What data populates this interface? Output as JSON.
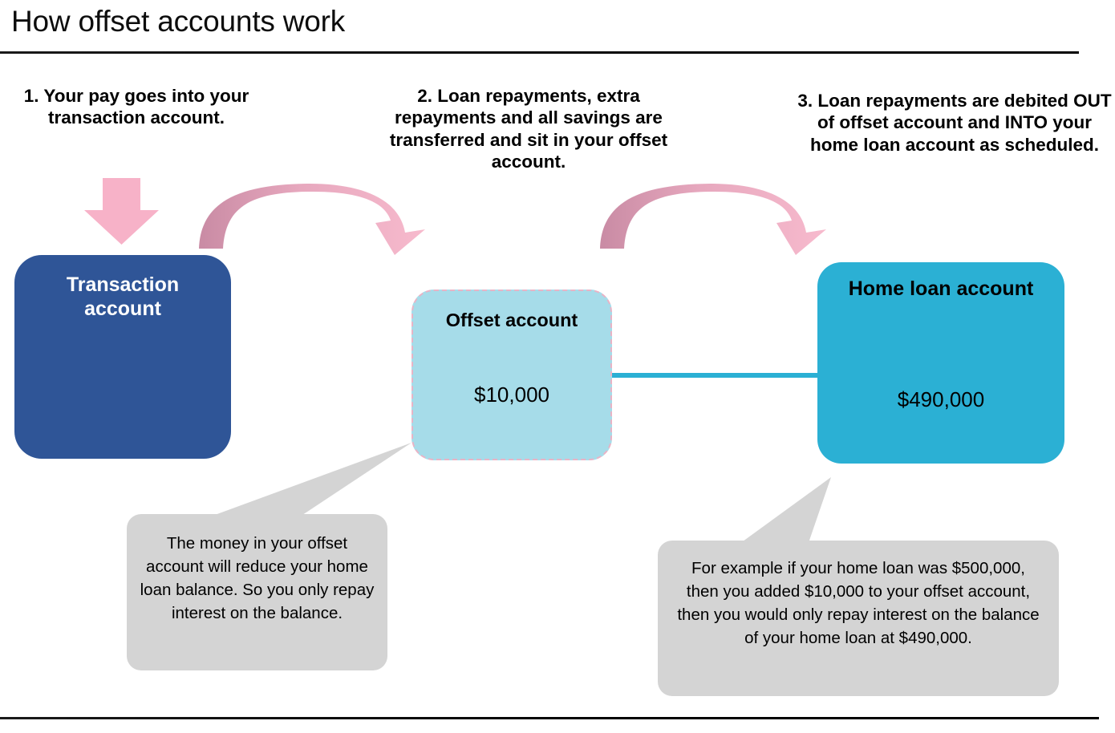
{
  "title": "How offset accounts work",
  "steps": [
    {
      "id": "step-1",
      "text": "1. Your pay goes into your transaction account."
    },
    {
      "id": "step-2",
      "text": "2. Loan repayments, extra repayments and all savings are transferred and sit in your offset account."
    },
    {
      "id": "step-3",
      "text": "3. Loan repayments are debited OUT of offset account and INTO your home loan account as scheduled."
    }
  ],
  "accounts": {
    "transaction": {
      "name": "Transaction account",
      "balance": "",
      "color": "#2F5597",
      "text_color": "#FFFFFF"
    },
    "offset": {
      "name": "Offset account",
      "balance": "$10,000",
      "color": "#A6DCE9",
      "border_color": "#E8B4C6",
      "text_color": "#000000"
    },
    "home_loan": {
      "name": "Home loan account",
      "balance": "$490,000",
      "color": "#2BB0D4",
      "text_color": "#000000"
    }
  },
  "callouts": {
    "left": "The money in your offset account will reduce your home loan balance. So you only repay interest on the balance.",
    "right": "For example if your home loan was $500,000, then you added $10,000 to your offset account, then you would only repay interest on the balance of your home loan at $490,000."
  },
  "arrows": {
    "down_arrow_color": "#F7B2C8",
    "curved_arrow_start_color": "#C98BA4",
    "curved_arrow_end_color": "#F6B6CB",
    "connector_color": "#2BB0D4"
  },
  "colors": {
    "background": "#FFFFFF",
    "rule": "#000000",
    "callout_fill": "#D4D4D4"
  }
}
